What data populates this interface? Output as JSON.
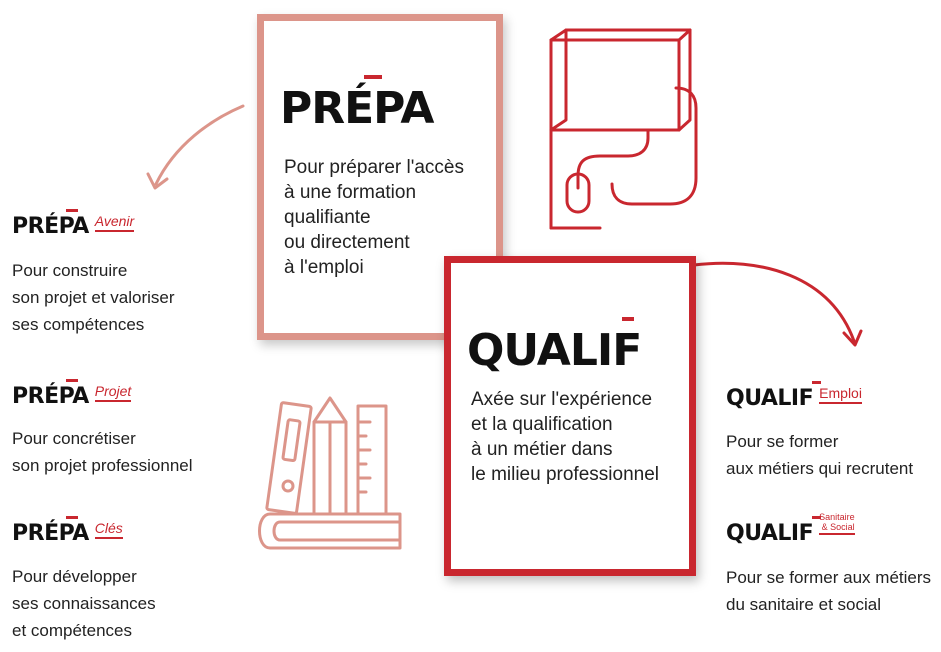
{
  "colors": {
    "prepa": "#dc958a",
    "qualif": "#c9272f",
    "text": "#222222"
  },
  "prepa_card": {
    "title": "PRÉPA",
    "text": "Pour préparer l'accès\nà une formation\nqualifiante\nou directement\nà l'emploi"
  },
  "qualif_card": {
    "title": "QUALIF",
    "text": "Axée sur l'expérience\net la qualification\nà un métier dans\nle milieu professionnel"
  },
  "left_items": [
    {
      "title": "PRÉPA",
      "sub": "Avenir",
      "text": "Pour construire\nson projet et valoriser\nses compétences"
    },
    {
      "title": "PRÉPA",
      "sub": "Projet",
      "text": "Pour concrétiser\nson projet professionnel"
    },
    {
      "title": "PRÉPA",
      "sub": "Clés",
      "text": "Pour développer\nses connaissances\net compétences"
    }
  ],
  "right_items": [
    {
      "title": "QUALIF",
      "sub": "Emploi",
      "text": "Pour se former\naux métiers qui recrutent"
    },
    {
      "title": "QUALIF",
      "sub": "Sanitaire\n& Social",
      "text": "Pour se former aux métiers\ndu sanitaire et social"
    }
  ],
  "icons": [
    "arrow-left-icon",
    "arrow-right-icon",
    "book-mouse-icon",
    "books-pencil-icon"
  ]
}
